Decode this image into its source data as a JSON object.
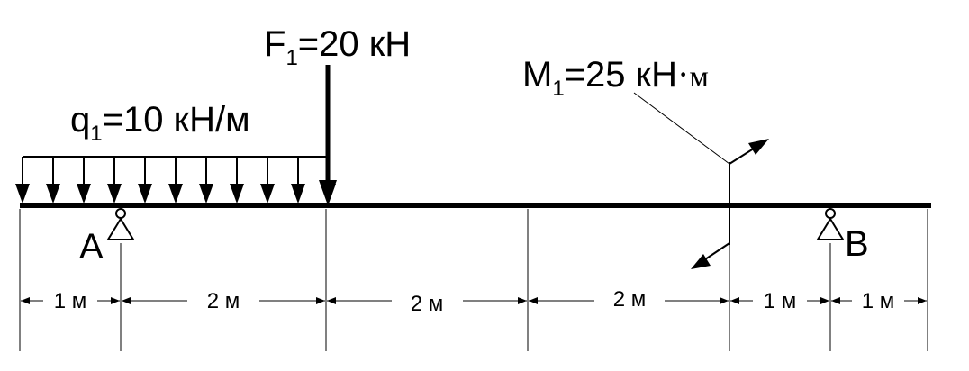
{
  "loads": {
    "force": {
      "symbol": "F",
      "index": "1",
      "text": "=20 кН"
    },
    "distributed": {
      "symbol": "q",
      "index": "1",
      "text": "=10 кН/м"
    },
    "moment": {
      "symbol": "M",
      "index": "1",
      "text": "=25 кН",
      "unit_dot": "·",
      "unit_m": "м"
    }
  },
  "supports": {
    "a": "A",
    "b": "B"
  },
  "dimensions": [
    "1 м",
    "2 м",
    "2 м",
    "2 м",
    "1 м",
    "1 м"
  ]
}
